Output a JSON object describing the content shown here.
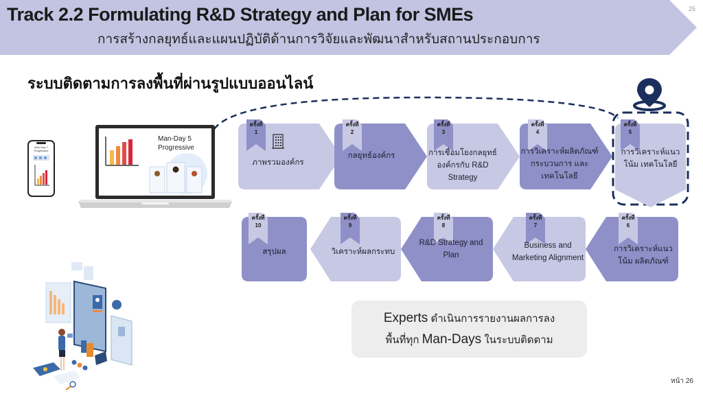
{
  "header": {
    "title": "Track 2.2  Formulating R&D Strategy and Plan for SMEs",
    "subtitle": "การสร้างกลยุทธ์และแผนปฏิบัติด้านการวิจัยและพัฒนาสำหรับสถานประกอบการ",
    "slide_number": "25",
    "banner_color": "#c3c4e2"
  },
  "section_title": "ระบบติดตามการลงพื้นที่ผ่านรูปแบบออนไลน์",
  "devices": {
    "laptop_screen_title_line1": "Man-Day 5",
    "laptop_screen_title_line2": "Progressive",
    "phone_screen_title_line1": "Man-Day 7",
    "phone_screen_title_line2": "Progressive"
  },
  "colors": {
    "light": "#c7c8e4",
    "dark": "#8f90c8",
    "navy": "#1b2f5c"
  },
  "steps": [
    {
      "round_label": "ครั้งที่",
      "round": "1",
      "label": "ภาพรวมองค์กร",
      "tone": "light",
      "icon": "building-icon"
    },
    {
      "round_label": "ครั้งที่",
      "round": "2",
      "label": "กลยุทธ์องค์กร",
      "tone": "dark"
    },
    {
      "round_label": "ครั้งที่",
      "round": "3",
      "label": "การเชื่อมโยงกลยุทธ์ องค์กรกับ R&D Strategy",
      "tone": "light"
    },
    {
      "round_label": "ครั้งที่",
      "round": "4",
      "label": "การวิเคราะห์ผลิตภัณฑ์ กระบวนการ และ เทคโนโลยี",
      "tone": "dark"
    },
    {
      "round_label": "ครั้งที่",
      "round": "5",
      "label": "การวิเคราะห์แนวโน้ม เทคโนโลยี",
      "tone": "light",
      "highlighted": true
    },
    {
      "round_label": "ครั้งที่",
      "round": "6",
      "label": "การวิเคราะห์แนวโน้ม ผลิตภัณฑ์",
      "tone": "dark"
    },
    {
      "round_label": "ครั้งที่",
      "round": "7",
      "label": "Business and Marketing Alignment",
      "tone": "light"
    },
    {
      "round_label": "ครั้งที่",
      "round": "8",
      "label": "R&D Strategy and Plan",
      "tone": "dark"
    },
    {
      "round_label": "ครั้งที่",
      "round": "9",
      "label": "วิเคราะห์ผลกระทบ",
      "tone": "light"
    },
    {
      "round_label": "ครั้งที่",
      "round": "10",
      "label": "สรุปผล",
      "tone": "dark"
    }
  ],
  "callout": {
    "line1_en": "Experts",
    "line1_th": " ดำเนินการรายงานผลการลง",
    "line2_th_a": "พื้นที่ทุก ",
    "line2_en": "Man-Days",
    "line2_th_b": " ในระบบติดตาม"
  },
  "page_number": "หน้า 26"
}
